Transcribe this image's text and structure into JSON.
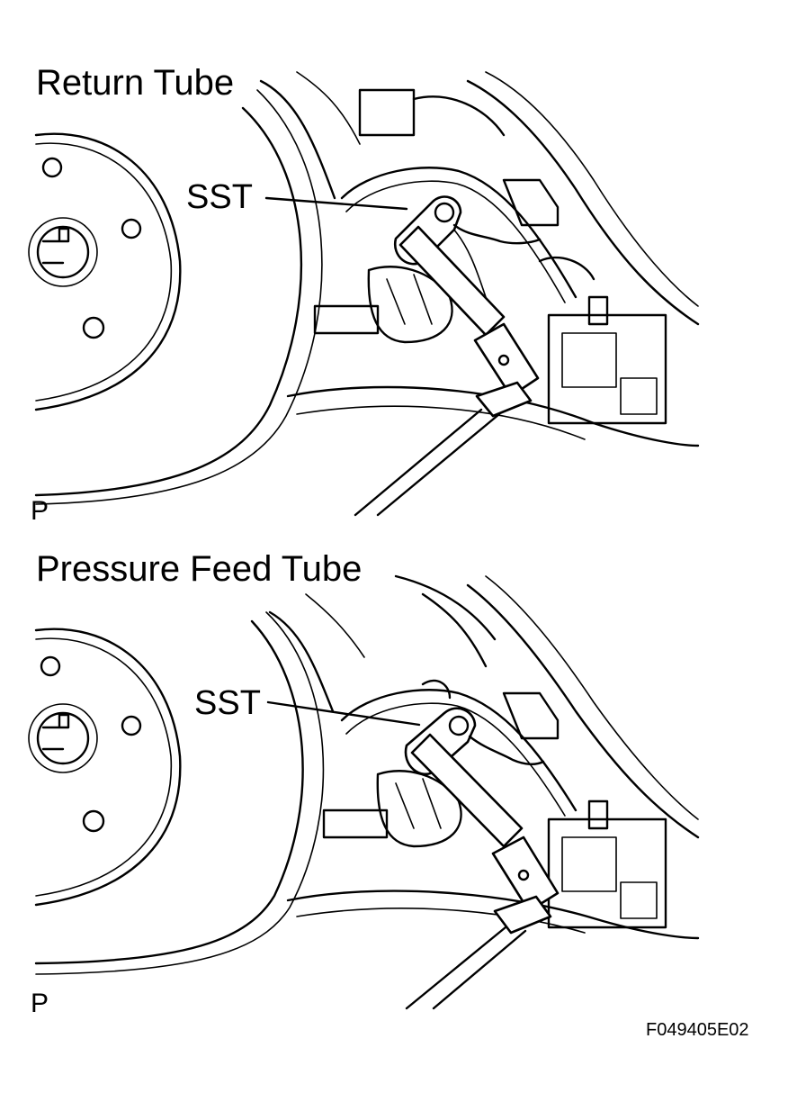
{
  "panels": [
    {
      "title": "Return Tube",
      "callout": "SST",
      "corner": "P"
    },
    {
      "title": "Pressure Feed Tube",
      "callout": "SST",
      "corner": "P"
    }
  ],
  "figure_code": "F049405E02"
}
